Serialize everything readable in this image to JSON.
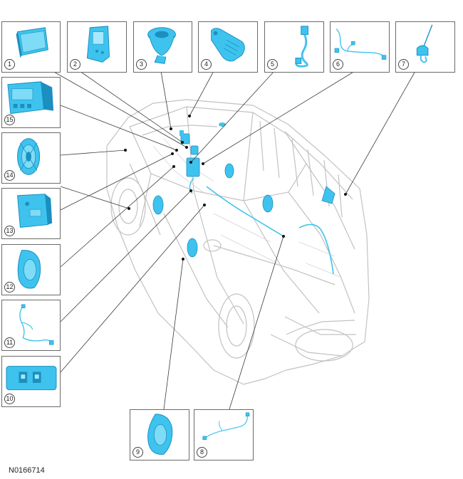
{
  "figure": {
    "code": "N0166714",
    "callouts": [
      "1",
      "2",
      "3",
      "4",
      "5",
      "6",
      "7",
      "8",
      "9",
      "10",
      "11",
      "12",
      "13",
      "14",
      "15"
    ]
  },
  "colors": {
    "part": "#3ec3ee",
    "part_dark": "#1b8fc0",
    "vehicle_line": "#c2c2c2",
    "leader": "#3a3a3a",
    "box_border": "#6a6a6a"
  },
  "parts": [
    {
      "callout": "1",
      "icon": "module-panel-icon"
    },
    {
      "callout": "2",
      "icon": "door-panel-icon"
    },
    {
      "callout": "3",
      "icon": "speaker-horn-icon"
    },
    {
      "callout": "4",
      "icon": "speaker-bracket-icon"
    },
    {
      "callout": "5",
      "icon": "antenna-cable-icon"
    },
    {
      "callout": "6",
      "icon": "wiring-harness-icon"
    },
    {
      "callout": "7",
      "icon": "roof-antenna-icon"
    },
    {
      "callout": "8",
      "icon": "wiring-harness-icon"
    },
    {
      "callout": "9",
      "icon": "door-speaker-icon"
    },
    {
      "callout": "10",
      "icon": "usb-port-icon"
    },
    {
      "callout": "11",
      "icon": "wiring-harness-icon"
    },
    {
      "callout": "12",
      "icon": "door-speaker-icon"
    },
    {
      "callout": "13",
      "icon": "control-module-icon"
    },
    {
      "callout": "14",
      "icon": "speaker-icon"
    },
    {
      "callout": "15",
      "icon": "audio-unit-icon"
    }
  ]
}
